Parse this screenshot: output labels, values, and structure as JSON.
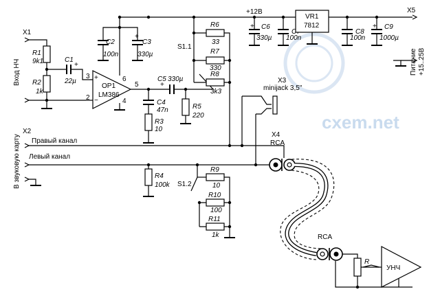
{
  "connectors": {
    "x1": "X1",
    "x2": "X2",
    "x3": "X3",
    "x4": "X4",
    "x5": "X5",
    "minijack": "minijack 3,5\"",
    "rca_top": "RCA",
    "rca_bottom": "RCA"
  },
  "labels": {
    "input_hch": "Вход НЧ",
    "to_soundcard": "В звуковую карту",
    "right_channel": "Правый канал",
    "left_channel": "Левый канал",
    "power": "Питание",
    "power_range": "+15..25В",
    "plus12": "+12В",
    "amp": "УНЧ",
    "watermark": "cxem.net"
  },
  "components": {
    "r1": {
      "ref": "R1",
      "value": "9k1"
    },
    "r2": {
      "ref": "R2",
      "value": "1k"
    },
    "r3": {
      "ref": "R3",
      "value": "10"
    },
    "r4": {
      "ref": "R4",
      "value": "100k"
    },
    "r5": {
      "ref": "R5",
      "value": "220"
    },
    "r6": {
      "ref": "R6",
      "value": "33"
    },
    "r7": {
      "ref": "R7",
      "value": "330"
    },
    "r8": {
      "ref": "R8",
      "value": "3k3"
    },
    "r9": {
      "ref": "R9",
      "value": "10"
    },
    "r10": {
      "ref": "R10",
      "value": "100"
    },
    "r11": {
      "ref": "R11",
      "value": "1k"
    },
    "r": {
      "ref": "R"
    },
    "c1": {
      "ref": "C1",
      "value": "22µ"
    },
    "c2": {
      "ref": "C2",
      "value": "100n"
    },
    "c3": {
      "ref": "C3",
      "value": "330µ"
    },
    "c4": {
      "ref": "C4",
      "value": "47n"
    },
    "c5": {
      "ref": "C5",
      "value": "330µ"
    },
    "c6": {
      "ref": "C6",
      "value": "330µ"
    },
    "c7": {
      "ref": "C7",
      "value": "100n"
    },
    "c8": {
      "ref": "C8",
      "value": "100n"
    },
    "c9": {
      "ref": "C9",
      "value": "1000µ"
    },
    "op1": {
      "ref": "OP1",
      "part": "LM386"
    },
    "vr1": {
      "ref": "VR1",
      "part": "7812"
    },
    "s11": "S1.1",
    "s12": "S1.2"
  },
  "pins": {
    "p2": "2",
    "p3": "3",
    "p4": "4",
    "p5": "5",
    "p6": "6"
  },
  "symbols": {
    "plus": "+",
    "minus": "−"
  }
}
